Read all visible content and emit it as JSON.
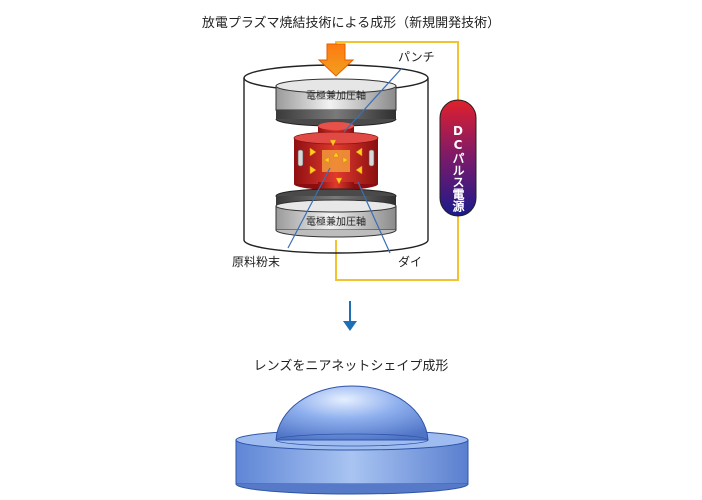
{
  "title": "放電プラズマ焼結技術による成形（新規開発技術）",
  "labels": {
    "electrode_top": "電極兼加圧軸",
    "electrode_bottom": "電極兼加圧軸",
    "punch": "パンチ",
    "powder": "原料粉末",
    "die": "ダイ",
    "power_supply": "DCパルス電源"
  },
  "result_caption": "レンズをニアネットシェイプ成形",
  "colors": {
    "wire": "#f2c230",
    "arrow_blue": "#1f6fb5",
    "die_red": "#cc2020",
    "lens_blue": "#6f97e6",
    "power_top": "#d81b2a",
    "power_bottom": "#1b1b8a"
  }
}
